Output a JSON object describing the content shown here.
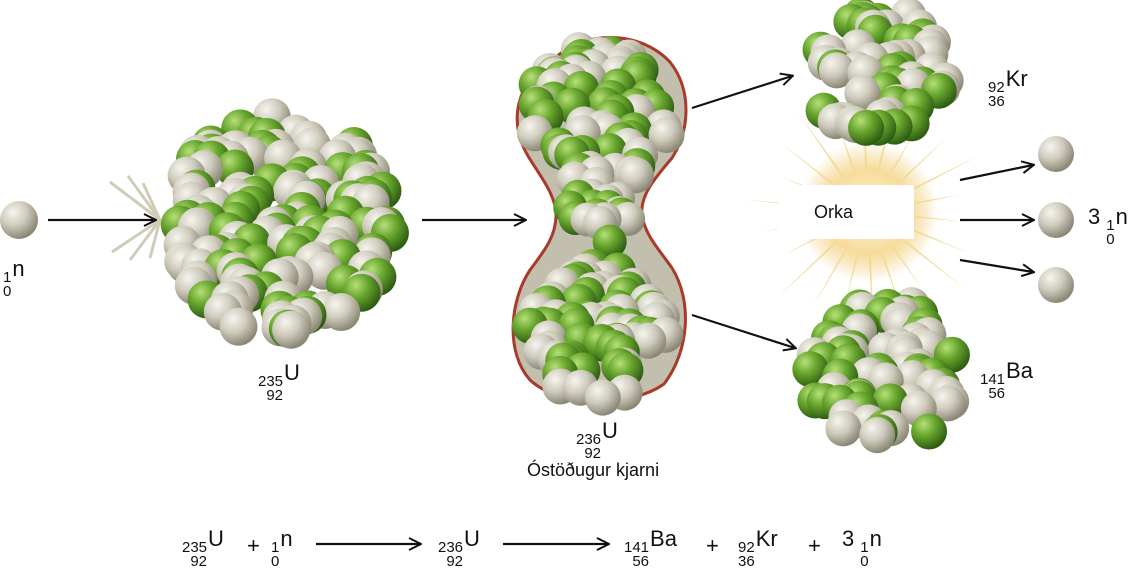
{
  "colors": {
    "green": "#6aa82f",
    "grey": "#c9c6b8",
    "arrow": "#111111",
    "glow": "#f2d38a",
    "membrane": "#a83a2a"
  },
  "labels": {
    "neutron": {
      "mass": "1",
      "atomic": "0",
      "symbol": "n"
    },
    "u235": {
      "mass": "235",
      "atomic": "92",
      "symbol": "U"
    },
    "u236": {
      "mass": "236",
      "atomic": "92",
      "symbol": "U"
    },
    "unstable_caption": "Óstöðugur kjarni",
    "kr92": {
      "mass": "92",
      "atomic": "36",
      "symbol": "Kr"
    },
    "ba141": {
      "mass": "141",
      "atomic": "56",
      "symbol": "Ba"
    },
    "energy": "Orka",
    "neutrons_out": {
      "coefficient": "3",
      "mass": "1",
      "atomic": "0",
      "symbol": "n"
    }
  },
  "equation": {
    "left1": {
      "mass": "235",
      "atomic": "92",
      "symbol": "U"
    },
    "plus1": "+",
    "left2": {
      "mass": "1",
      "atomic": "0",
      "symbol": "n"
    },
    "mid": {
      "mass": "236",
      "atomic": "92",
      "symbol": "U"
    },
    "right1": {
      "mass": "141",
      "atomic": "56",
      "symbol": "Ba"
    },
    "plus2": "+",
    "right2": {
      "mass": "92",
      "atomic": "36",
      "symbol": "Kr"
    },
    "plus3": "+",
    "right3": {
      "coefficient": "3",
      "mass": "1",
      "atomic": "0",
      "symbol": "n"
    }
  }
}
